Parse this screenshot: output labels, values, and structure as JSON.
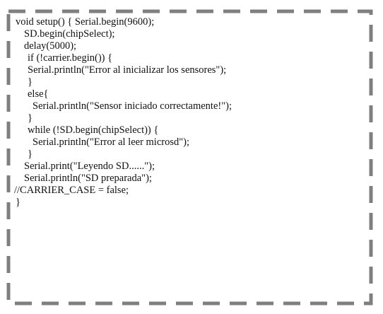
{
  "document": {
    "lines": [
      "void setup() { Serial.begin(9600);",
      "SD.begin(chipSelect);",
      "delay(5000);",
      "if (!carrier.begin()) {",
      "Serial.println(\"Error al inicializar los sensores\");",
      "}",
      "else{",
      "Serial.println(\"Sensor iniciado correctamente!\");",
      "}",
      "while (!SD.begin(chipSelect)) {",
      "Serial.println(\"Error al leer microsd\");",
      "}",
      "Serial.print(\"Leyendo SD......\");",
      "Serial.println(\"SD preparada\");",
      "//CARRIER_CASE = false;",
      "}"
    ]
  },
  "colors": {
    "border": "#7f7f7f",
    "text": "#111111",
    "background": "#ffffff"
  }
}
